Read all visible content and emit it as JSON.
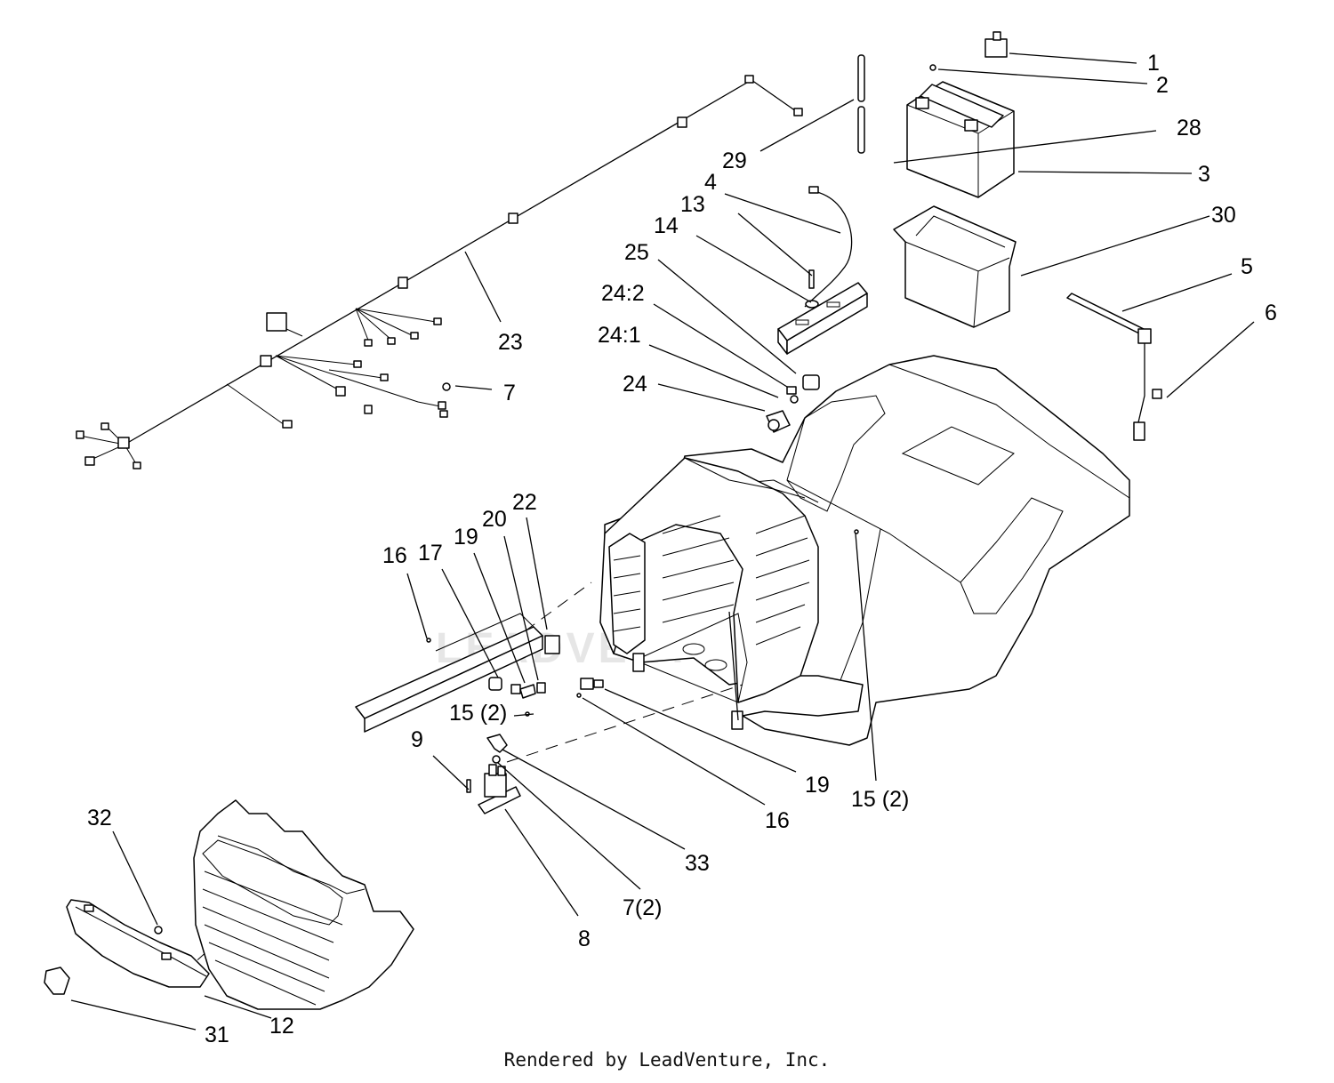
{
  "diagram": {
    "callouts": [
      {
        "id": "1",
        "text": "1"
      },
      {
        "id": "2",
        "text": "2"
      },
      {
        "id": "28",
        "text": "28"
      },
      {
        "id": "3",
        "text": "3"
      },
      {
        "id": "29",
        "text": "29"
      },
      {
        "id": "4",
        "text": "4"
      },
      {
        "id": "13",
        "text": "13"
      },
      {
        "id": "14",
        "text": "14"
      },
      {
        "id": "25",
        "text": "25"
      },
      {
        "id": "30",
        "text": "30"
      },
      {
        "id": "5",
        "text": "5"
      },
      {
        "id": "6",
        "text": "6"
      },
      {
        "id": "24-2",
        "text": "24:2"
      },
      {
        "id": "24-1",
        "text": "24:1"
      },
      {
        "id": "24",
        "text": "24"
      },
      {
        "id": "23",
        "text": "23"
      },
      {
        "id": "7",
        "text": "7"
      },
      {
        "id": "22",
        "text": "22"
      },
      {
        "id": "20",
        "text": "20"
      },
      {
        "id": "19-left",
        "text": "19"
      },
      {
        "id": "17",
        "text": "17"
      },
      {
        "id": "16-left",
        "text": "16"
      },
      {
        "id": "15-2-left",
        "text": "15 (2)"
      },
      {
        "id": "9",
        "text": "9"
      },
      {
        "id": "19-right",
        "text": "19"
      },
      {
        "id": "15-2-right",
        "text": "15 (2)"
      },
      {
        "id": "16-right",
        "text": "16"
      },
      {
        "id": "33",
        "text": "33"
      },
      {
        "id": "7-2",
        "text": "7(2)"
      },
      {
        "id": "8",
        "text": "8"
      },
      {
        "id": "32",
        "text": "32"
      },
      {
        "id": "12",
        "text": "12"
      },
      {
        "id": "31",
        "text": "31"
      }
    ],
    "watermark": "LEADVENTURE"
  },
  "footer": {
    "credit": "Rendered by LeadVenture, Inc."
  }
}
